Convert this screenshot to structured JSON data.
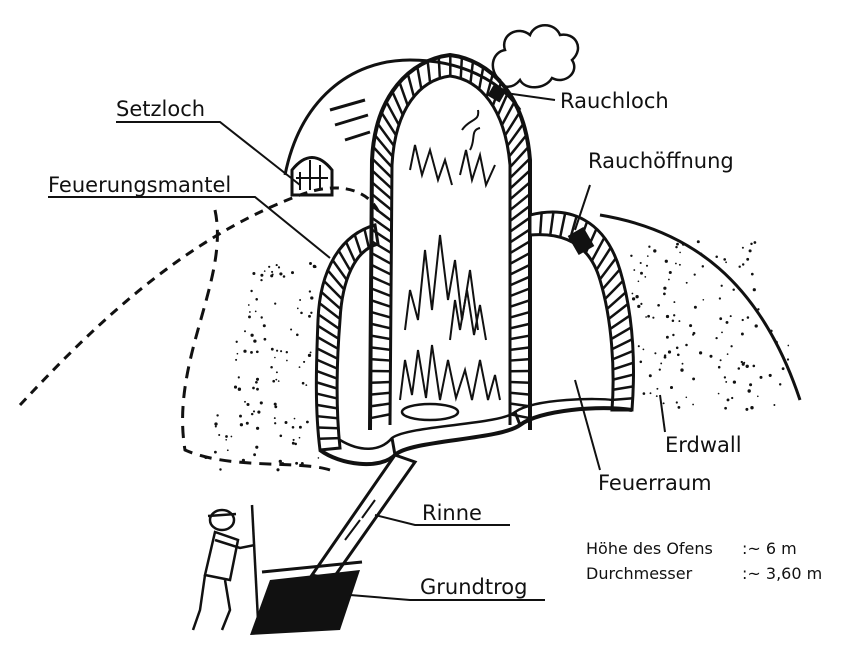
{
  "labels": {
    "setzloch": "Setzloch",
    "feuerungsmantel": "Feuerungsmantel",
    "rauchloch": "Rauchloch",
    "rauchoeffnung": "Rauchöffnung",
    "erdwall": "Erdwall",
    "feuerraum": "Feuerraum",
    "rinne": "Rinne",
    "grundtrog": "Grundtrog"
  },
  "specs": {
    "height_label": "Höhe des Ofens",
    "height_value": ":~ 6 m",
    "diameter_label": "Durchmesser",
    "diameter_value": ":~ 3,60 m"
  },
  "colors": {
    "ink": "#111111",
    "paper": "#ffffff"
  }
}
